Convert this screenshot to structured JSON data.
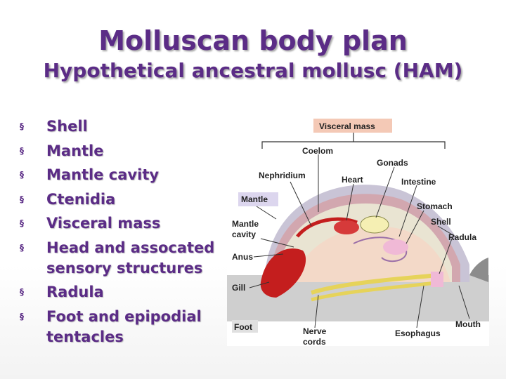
{
  "title": "Molluscan body plan",
  "subtitle": "Hypothetical ancestral mollusc (HAM)",
  "bullet_marker": "§",
  "bullets": [
    "Shell",
    "Mantle",
    "Mantle cavity",
    "Ctenidia",
    "Visceral mass",
    "Head and assocated sensory structures",
    "Radula",
    "Foot and epipodial tentacles"
  ],
  "figure": {
    "labels": {
      "visceral_mass": "Visceral mass",
      "coelom": "Coelom",
      "gonads": "Gonads",
      "nephridium": "Nephridium",
      "heart": "Heart",
      "intestine": "Intestine",
      "mantle": "Mantle",
      "stomach": "Stomach",
      "shell": "Shell",
      "mantle_cavity_1": "Mantle",
      "mantle_cavity_2": "cavity",
      "radula": "Radula",
      "anus": "Anus",
      "gill": "Gill",
      "foot": "Foot",
      "nerve_cords_1": "Nerve",
      "nerve_cords_2": "cords",
      "esophagus": "Esophagus",
      "mouth": "Mouth"
    }
  }
}
